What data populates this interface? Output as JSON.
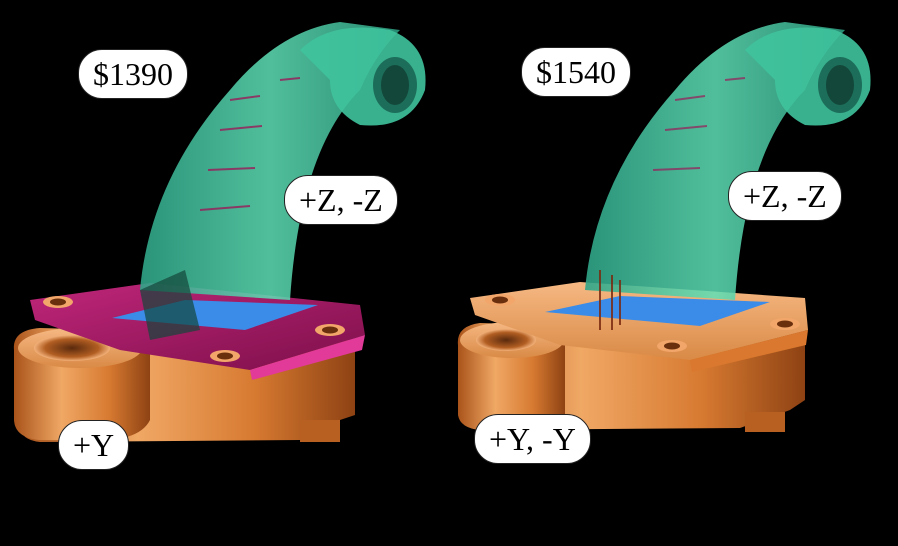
{
  "parts": [
    {
      "price": "$1390",
      "orientation_top": "+Z, -Z",
      "orientation_bottom": "+Y"
    },
    {
      "price": "$1540",
      "orientation_top": "+Z, -Z",
      "orientation_bottom": "+Y, -Y"
    }
  ],
  "colors": {
    "background": "#000000",
    "base_metal": "#d9782e",
    "arm_transparent": "#4fd6a8",
    "fixture_magenta": "#b01a6a",
    "plate_blue": "#3a8ce8"
  }
}
